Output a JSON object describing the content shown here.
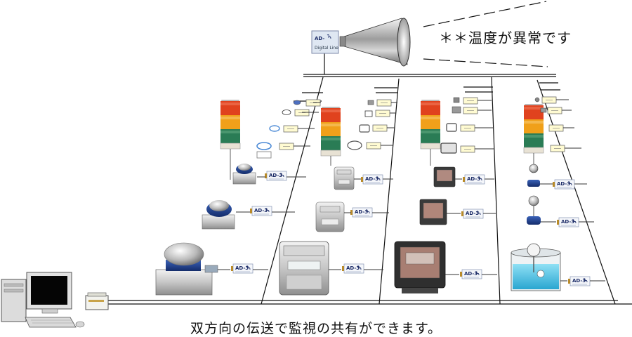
{
  "caption": "双方向の伝送で監視の共有ができます。",
  "alarm_message": "＊＊温度が異常です",
  "module_label": "AD-3",
  "colors": {
    "line": "#111111",
    "tower_red": "#e0421e",
    "tower_orange": "#f0a01a",
    "tower_green": "#2a7c55",
    "module_frame": "#b98b2a",
    "module_face": "#f4f6fa"
  },
  "icons": {
    "computer": "computer-icon",
    "converter": "converter-box-icon",
    "speaker": "horn-speaker-icon",
    "remote_unit": "remote-unit-icon",
    "signal_tower": "signal-tower-icon",
    "flow_meter": "flow-meter-icon",
    "gas_meter": "gas-meter-icon",
    "power_meter": "power-meter-icon",
    "tank": "tank-sensor-icon",
    "sensor": "sensor-icon"
  }
}
